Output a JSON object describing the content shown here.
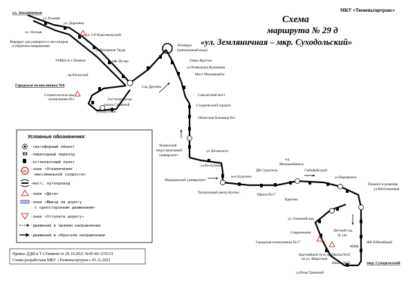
{
  "header": {
    "org": "МКУ «Тюменьгортранс»",
    "title_line1": "Схема",
    "title_line2": "маршрута № 29 д",
    "title_line3": "«ул. Земляничная – мкр. Суходольский»"
  },
  "labels": [
    {
      "id": "zemlyanichnaya",
      "text": "ул. Земляничная",
      "bold": true,
      "underline": true
    },
    {
      "id": "rozovaya",
      "text": "ул. Розовая"
    },
    {
      "id": "doronina",
      "text": "ул. Доронина"
    },
    {
      "id": "uyutnaya",
      "text": "ул. Уютная"
    },
    {
      "id": "komsomolsky",
      "text": "ул. 2-й Комсомольский"
    },
    {
      "id": "veteranov",
      "text": "ул.Ветеранов Труда"
    },
    {
      "id": "umvd",
      "text": "УМВД по г.Тюмени"
    },
    {
      "id": "nutsho",
      "text": "нфс Нутцо"
    },
    {
      "id": "kolchak",
      "text": "пр.Юганский"
    },
    {
      "id": "poly8",
      "text": "Городская поликлиника №8",
      "bold": true,
      "underline": true
    },
    {
      "id": "stomat1",
      "text": "Стоматологическая"
    },
    {
      "id": "stomat2",
      "text": "поликлиника №1"
    },
    {
      "id": "gostorg1",
      "text": "Гостогородхода"
    },
    {
      "id": "rynok",
      "text": "рынок Северный"
    },
    {
      "id": "vatutina",
      "text": "ул.Ватутина"
    },
    {
      "id": "druzhby",
      "text": "Сад Дружбы"
    },
    {
      "id": "leonardo1",
      "text": "Леонардо"
    },
    {
      "id": "leonardo2",
      "text": "(центральный вход)"
    },
    {
      "id": "ozero",
      "text": "Озеро Круглое"
    },
    {
      "id": "kulikova",
      "text": "ул.Разведчика Кузнецова"
    },
    {
      "id": "melnikaite",
      "text": "Мост Мельникайте"
    },
    {
      "id": "solovyev",
      "text": "Самолетный мост"
    },
    {
      "id": "studgorodok",
      "text": "Студенческий городок"
    },
    {
      "id": "oblbolnica",
      "text": "Областная больница №2"
    },
    {
      "id": "tiu1",
      "text": "Тюменский"
    },
    {
      "id": "tiu2",
      "text": "индустриальный"
    },
    {
      "id": "tiu3",
      "text": "университет"
    },
    {
      "id": "kotovskogo",
      "text": "ул. Котовского"
    },
    {
      "id": "respubliki",
      "text": "ул.Республики"
    },
    {
      "id": "meduniver",
      "text": "Медицинский университет"
    },
    {
      "id": "buratino",
      "text": "м-н Буратино"
    },
    {
      "id": "kosmos",
      "text": "Театральный центр Космос"
    },
    {
      "id": "shkola17",
      "text": "Школа №17"
    },
    {
      "id": "dkstroitel",
      "text": "ДК Строитель"
    },
    {
      "id": "melkombinat1",
      "text": "з-д"
    },
    {
      "id": "melkombinat2",
      "text": "Мелькомбината"
    },
    {
      "id": "sibstroy",
      "text": "Сибшвейстрой"
    },
    {
      "id": "krasina",
      "text": "Красина"
    },
    {
      "id": "vorovskogo",
      "text": "ул.Воровского"
    },
    {
      "id": "povorot1",
      "text": "Поворот в развилке"
    },
    {
      "id": "povorot2",
      "text": "ул.Монтажников"
    },
    {
      "id": "olimp",
      "text": "ул. Олимпийская"
    },
    {
      "id": "sovremennoe",
      "text": "Современник"
    },
    {
      "id": "detsad1",
      "text": "Детский сад"
    },
    {
      "id": "detsad2",
      "text": "№ 141"
    },
    {
      "id": "poly17",
      "text": "Городская поликлиника №17"
    },
    {
      "id": "mzhk",
      "text": "МЖК"
    },
    {
      "id": "yubileyny",
      "text": "ЖК Юбилейный"
    },
    {
      "id": "shkola65",
      "text": "Школа №65"
    },
    {
      "id": "tryninoj",
      "text": "ул.Розы Трениной"
    },
    {
      "id": "sukhodolsky",
      "text": "мкр. Суходольский",
      "bold": true,
      "underline": true
    }
  ],
  "legend": {
    "title": "Условные обозначения:",
    "items": [
      {
        "icon": "traffic-light",
        "text": "-светофорный объект"
      },
      {
        "icon": "crosswalk",
        "text": "-пешеходный переход"
      },
      {
        "icon": "stop",
        "text": "-остановочный пункт"
      },
      {
        "icon": "speed-limit",
        "text": "-знак «Ограничение",
        "text2": "максимальной скорости»",
        "sign": "40"
      },
      {
        "icon": "bridge",
        "text": "-мост, путепровод"
      },
      {
        "icon": "children",
        "text": "-знак «Дети»"
      },
      {
        "icon": "one-way",
        "text": "-знак «Выезд на дорогу",
        "text2": "с односторонним движением»"
      },
      {
        "icon": "yield",
        "text": "-знак «Уступите дорогу»"
      },
      {
        "icon": "forward",
        "text": "-движение в прямом направлении"
      },
      {
        "icon": "backward",
        "text": "-движение в обратном направлении"
      }
    ]
  },
  "footer": {
    "line1": "Приказ ДДИ и Т г.Тюмени от 29.10.2021 №45-60-1155/21",
    "line2": "Схема разработана МКУ «Тюменьгортранс» 01.11.2021"
  },
  "notes": {
    "small_left1": "Маршрут для разворота и пассажиров",
    "small_left2": "в обратном направлении",
    "small_bottom1": "Кратчайший путь до Школы №65",
    "small_bottom2": "по ул. Широтная"
  },
  "colors": {
    "line": "#000000",
    "sign_red": "#d32f2f",
    "one_way": "#1f4fb5"
  }
}
